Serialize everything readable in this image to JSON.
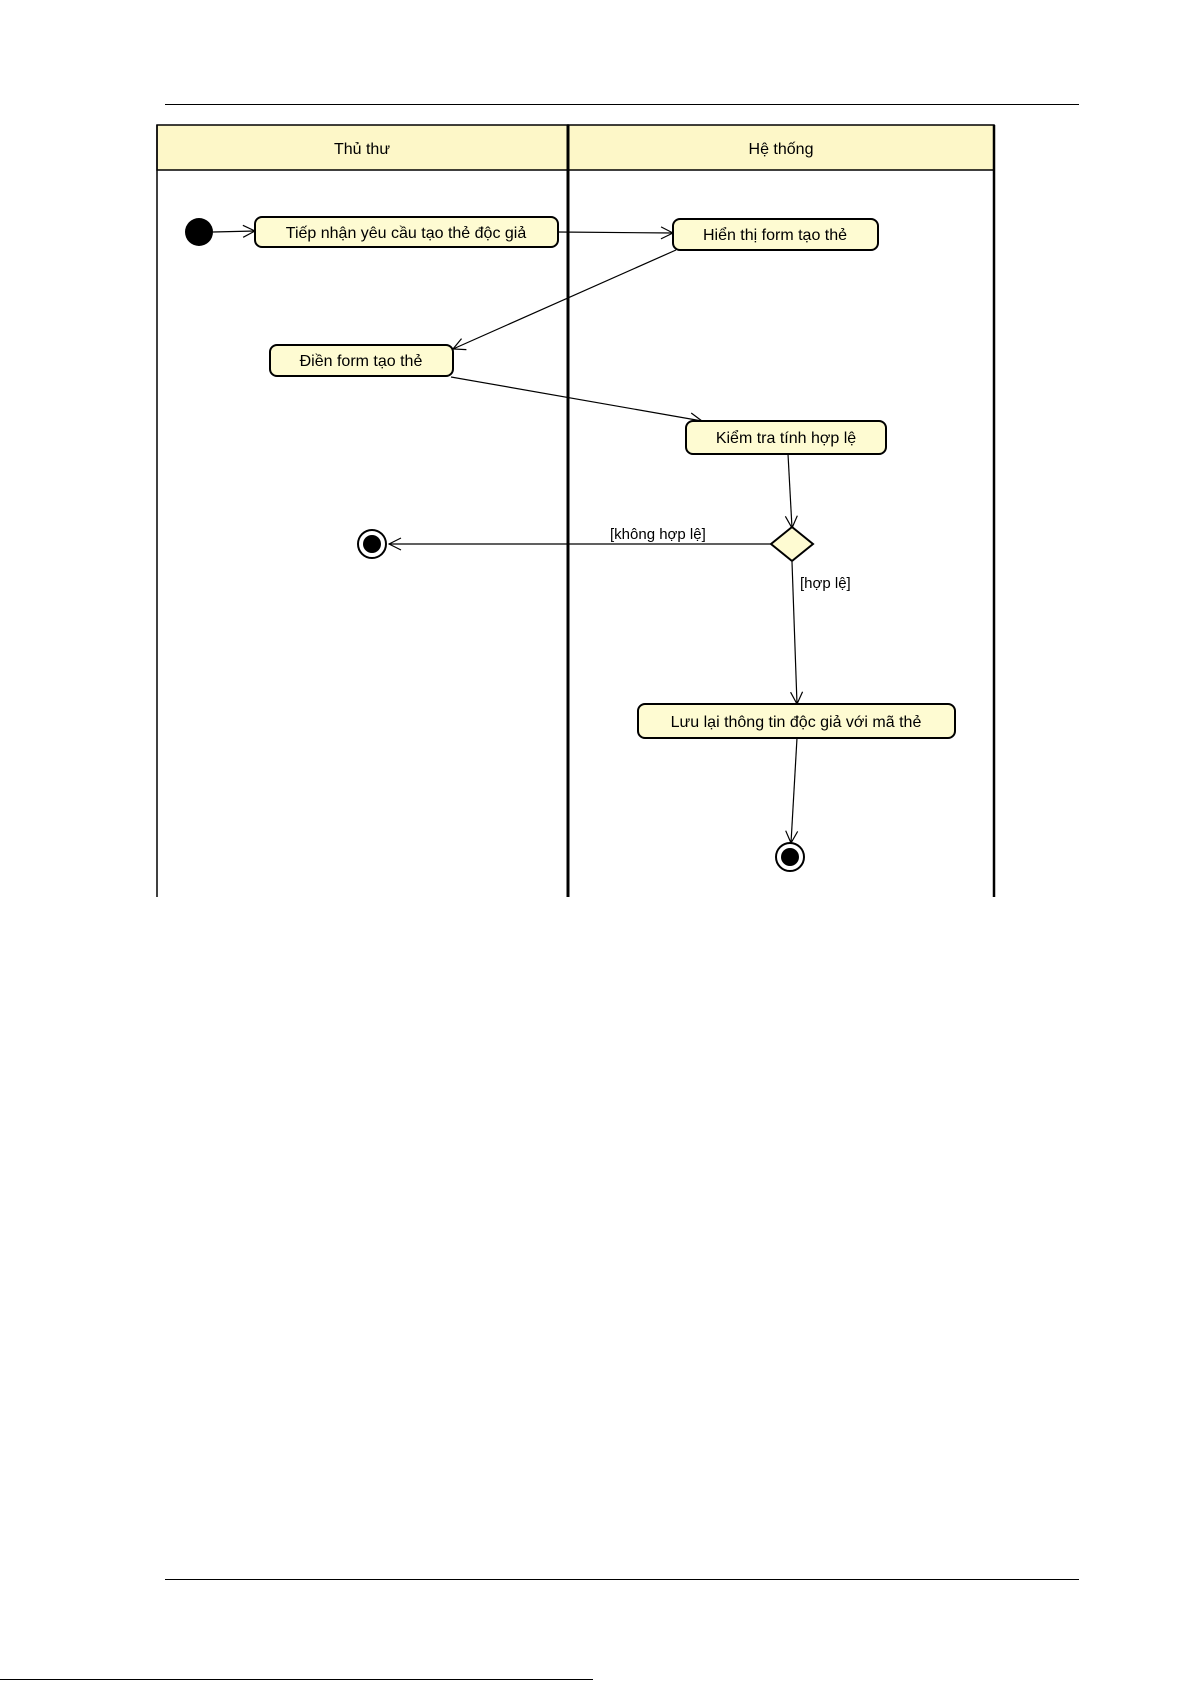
{
  "diagram": {
    "lanes": [
      {
        "id": "thu-thu",
        "title": "Thủ thư"
      },
      {
        "id": "he-thong",
        "title": "Hệ thống"
      }
    ],
    "actions": [
      {
        "id": "tiep-nhan",
        "label": "Tiếp nhận yêu cầu tạo thẻ độc giả",
        "lane": "thu-thu"
      },
      {
        "id": "hien-thi",
        "label": "Hiển thị form tạo thẻ",
        "lane": "he-thong"
      },
      {
        "id": "dien-form",
        "label": "Điền form tạo thẻ",
        "lane": "thu-thu"
      },
      {
        "id": "kiem-tra",
        "label": "Kiểm tra tính hợp lệ",
        "lane": "he-thong"
      },
      {
        "id": "luu-lai",
        "label": "Lưu lại thông tin độc giả với mã thẻ",
        "lane": "he-thong"
      }
    ],
    "guards": {
      "invalid": "[không hợp lệ]",
      "valid": "[hợp lệ]"
    },
    "colors": {
      "lane_header": "#fdf7c8",
      "action_fill": "#fefbd2",
      "stroke": "#000000"
    }
  }
}
